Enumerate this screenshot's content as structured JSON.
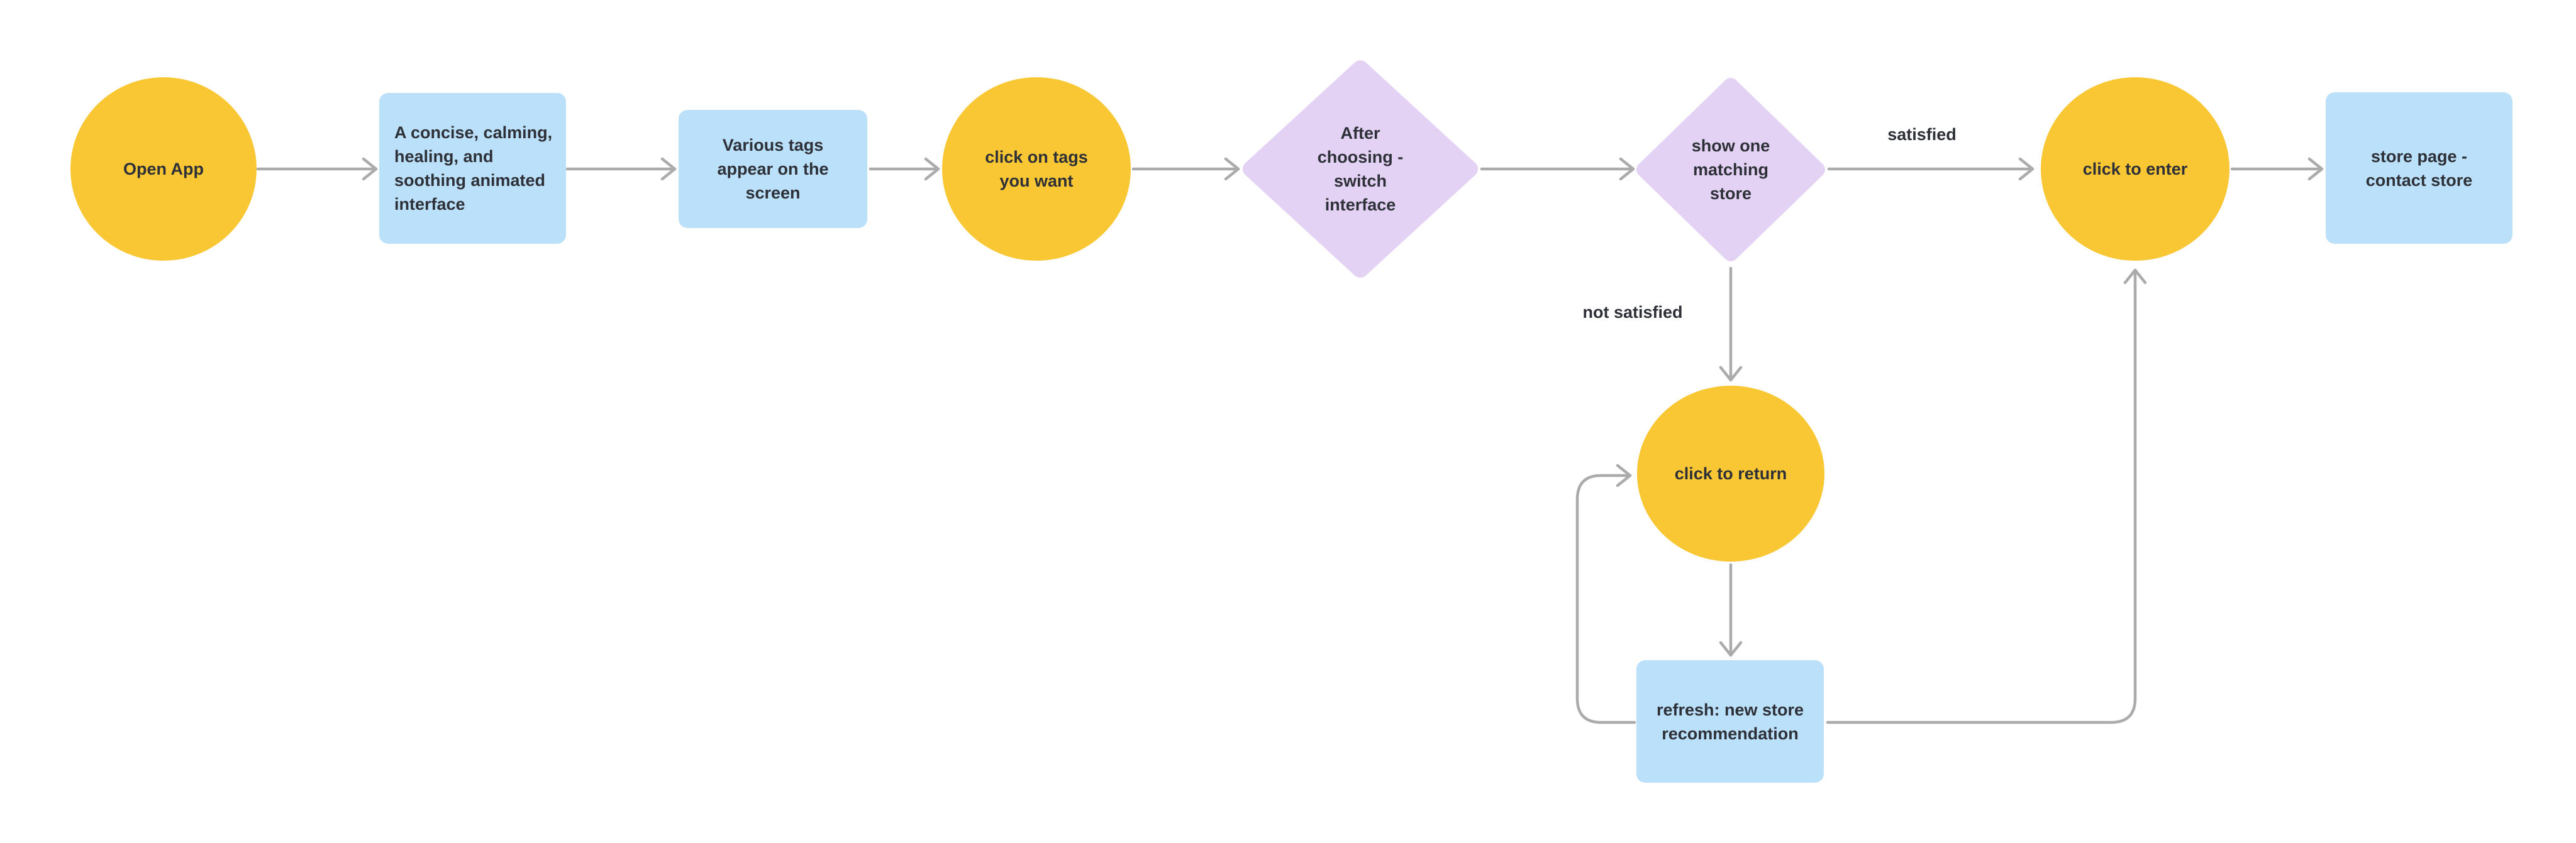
{
  "canvas": {
    "background": "#ffffff"
  },
  "colors": {
    "canvas_bg": "#ffffff",
    "circle_fill": "#f9c733",
    "rect_fill": "#bbe0f9",
    "diamond_fill": "#e4d2f5",
    "arrow": "#ababab",
    "text": "#2e3038"
  },
  "nodes": {
    "open_app": {
      "shape": "circle",
      "label": "Open App"
    },
    "interface_description": {
      "shape": "rectangle",
      "label": "A concise, calming,\nhealing, and\nsoothing animated\ninterface"
    },
    "various_tags": {
      "shape": "rectangle",
      "label": "Various tags\nappear on the\nscreen"
    },
    "click_tags": {
      "shape": "circle",
      "label": "click on tags\nyou want"
    },
    "after_choosing": {
      "shape": "diamond",
      "label": "After\nchoosing -\nswitch\ninterface"
    },
    "show_store": {
      "shape": "diamond",
      "label": "show one\nmatching\nstore"
    },
    "click_enter": {
      "shape": "circle",
      "label": "click to enter"
    },
    "store_page": {
      "shape": "rectangle",
      "label": "store page -\ncontact store"
    },
    "click_return": {
      "shape": "circle",
      "label": "click to return"
    },
    "refresh": {
      "shape": "rectangle",
      "label": "refresh: new store\nrecommendation"
    }
  },
  "edge_labels": {
    "satisfied": "satisfied",
    "not_satisfied": "not satisfied"
  }
}
